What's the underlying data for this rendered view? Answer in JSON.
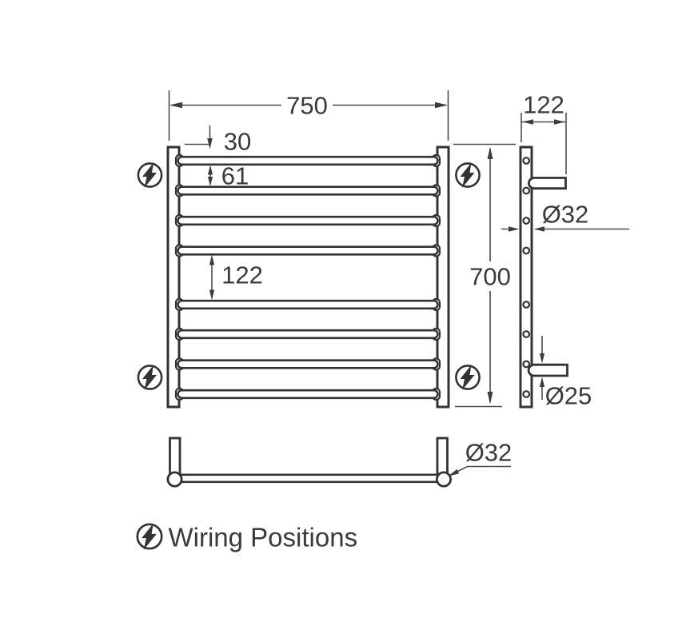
{
  "front_view": {
    "overall_width": "750",
    "top_rung_offset": "30",
    "rung_spacing": "61",
    "middle_gap": "122",
    "overall_height": "700",
    "rung_count": 8,
    "wiring_position_count": 4
  },
  "side_view": {
    "wall_depth": "122",
    "post_diameter": "Ø32",
    "bracket_diameter": "Ø25"
  },
  "top_view": {
    "rail_diameter": "Ø32"
  },
  "legend": {
    "icon": "lightning-bolt-circle-icon",
    "label": "Wiring Positions"
  },
  "colors": {
    "drawing_line": "#333333",
    "dimension_line": "#4c4c4c",
    "text": "#3a3a3a",
    "background": "#ffffff"
  }
}
